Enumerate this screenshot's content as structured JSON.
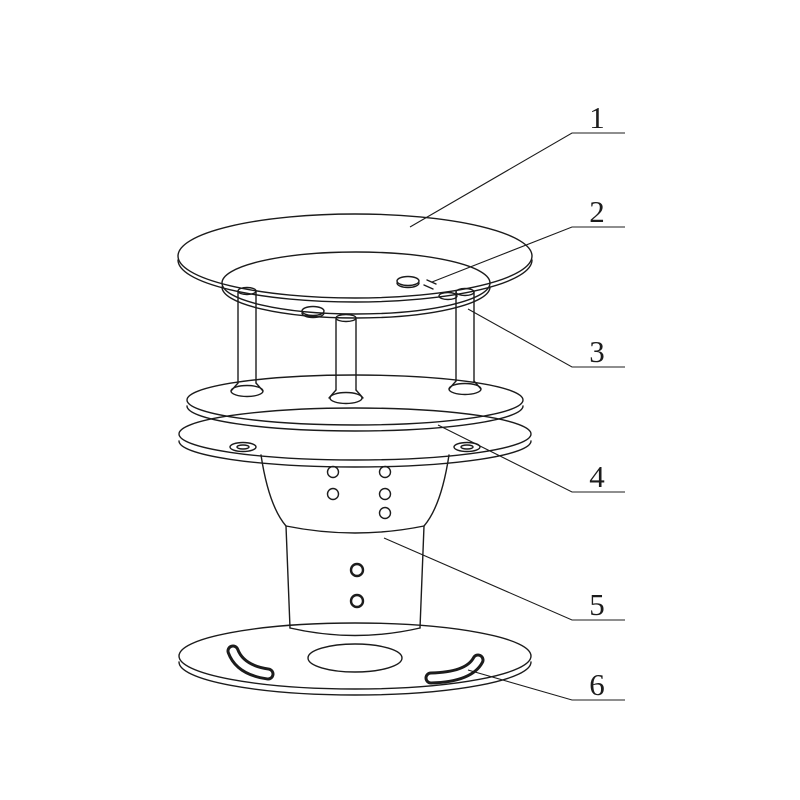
{
  "figure": {
    "background": "#ffffff",
    "line": "#1c1c1c"
  },
  "callouts": [
    {
      "label": "1",
      "part": "top-cap"
    },
    {
      "label": "2",
      "part": "top-plate-screw-hole"
    },
    {
      "label": "3",
      "part": "support-post"
    },
    {
      "label": "4",
      "part": "louver-ring"
    },
    {
      "label": "5",
      "part": "sensor-body"
    },
    {
      "label": "6",
      "part": "mounting-base"
    }
  ]
}
